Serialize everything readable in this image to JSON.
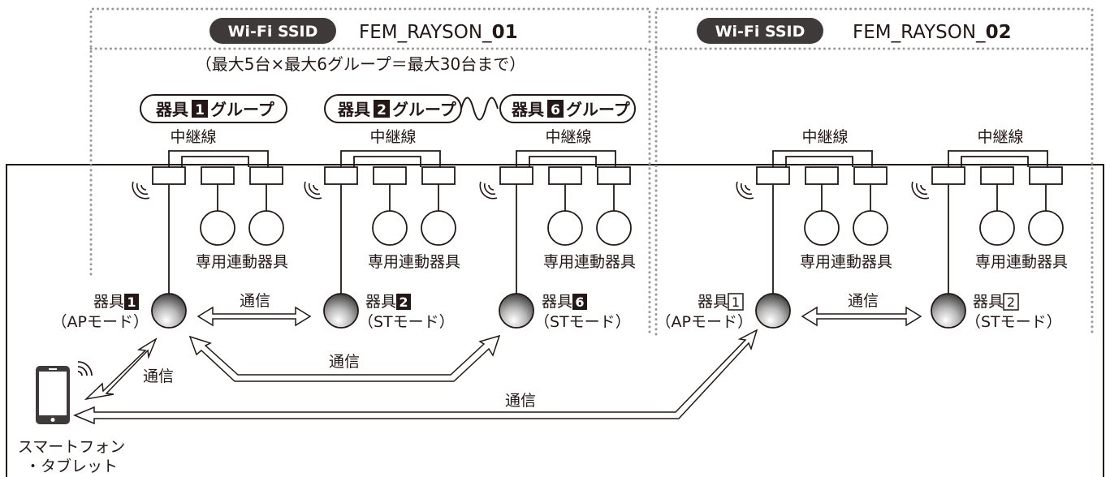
{
  "networks": [
    {
      "badge": "Wi-Fi SSID",
      "ssid_prefix": "FEM_RAYSON_",
      "ssid_number": "01"
    },
    {
      "badge": "Wi-Fi SSID",
      "ssid_prefix": "FEM_RAYSON_",
      "ssid_number": "02"
    }
  ],
  "capacity_note": "（最大5台×最大6グループ＝最大30台まで）",
  "groups": [
    {
      "prefix": "器具",
      "num": "1",
      "suffix": "グループ"
    },
    {
      "prefix": "器具",
      "num": "2",
      "suffix": "グループ"
    },
    {
      "prefix": "器具",
      "num": "6",
      "suffix": "グループ"
    }
  ],
  "relay_label": "中継線",
  "linked_label": "専用連動器具",
  "fixtures": [
    {
      "prefix": "器具",
      "num": "1",
      "mode": "（APモード）"
    },
    {
      "prefix": "器具",
      "num": "2",
      "mode": "（STモード）"
    },
    {
      "prefix": "器具",
      "num": "6",
      "mode": "（STモード）"
    },
    {
      "prefix": "器具",
      "num": "1",
      "mode": "（APモード）"
    },
    {
      "prefix": "器具",
      "num": "2",
      "mode": "（STモード）"
    }
  ],
  "comm_label": "通信",
  "device_label": [
    "スマートフォン",
    "・タブレット"
  ],
  "colors": {
    "ink": "#231815",
    "badge": "#3e3a39",
    "dots": "#9a9a9a"
  }
}
